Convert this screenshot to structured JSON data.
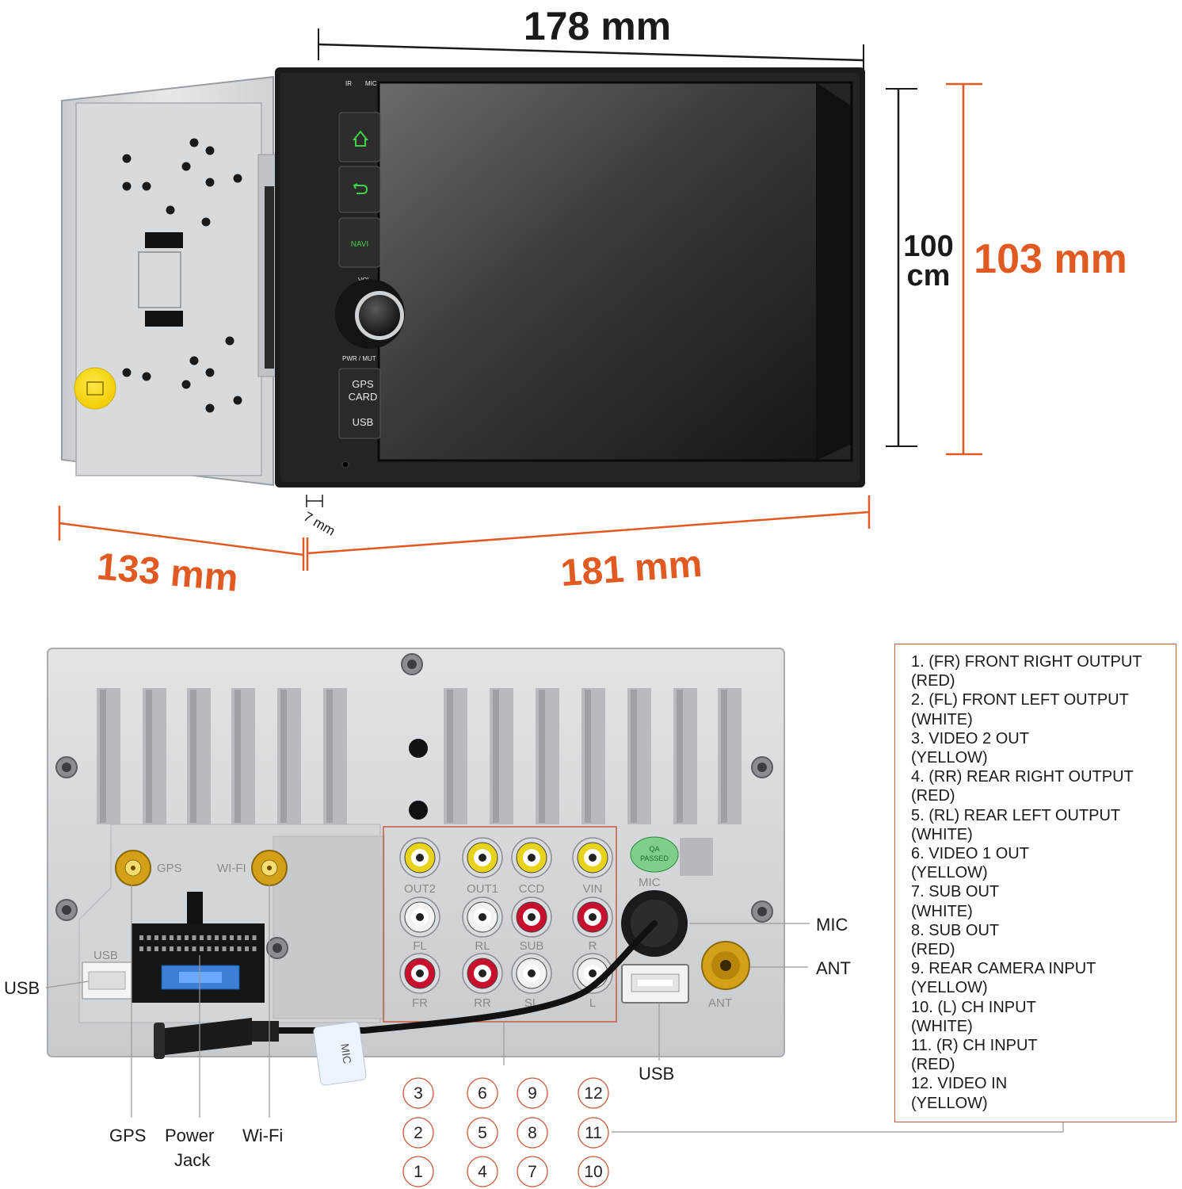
{
  "dimensions": {
    "front_width": "178 mm",
    "screen_height": "100",
    "screen_height_unit": "cm",
    "total_height": "103 mm",
    "depth": "133 mm",
    "bezel_width": "181 mm",
    "bezel_thickness": "7 mm"
  },
  "device_front": {
    "ir_label": "IR",
    "mic_label": "MIC",
    "navi_label": "NAVI",
    "vol_label": "VOL",
    "pwr_label": "PWR / MUT",
    "slot_gps": "GPS",
    "slot_card": "CARD",
    "slot_usb": "USB"
  },
  "rear_panel": {
    "gps_port": "GPS",
    "wifi_port": "WI-FI",
    "usb_port": "USB",
    "mic_port": "MIC",
    "ant_port": "ANT",
    "qa_badge_line1": "QA",
    "qa_badge_line2": "PASSED",
    "cable_tag": "MIC",
    "jack_labels": [
      "OUT2",
      "OUT1",
      "CCD",
      "VIN",
      "FL",
      "RL",
      "SUB",
      "R",
      "FR",
      "RR",
      "SL",
      "L"
    ]
  },
  "callouts": {
    "usb_left": "USB",
    "gps": "GPS",
    "power_line1": "Power",
    "power_line2": "Jack",
    "wifi": "Wi-Fi",
    "usb_bottom": "USB",
    "mic": "MIC",
    "ant": "ANT"
  },
  "jack_numbers": [
    [
      "3",
      "6",
      "9",
      "12"
    ],
    [
      "2",
      "5",
      "8",
      "11"
    ],
    [
      "1",
      "4",
      "7",
      "10"
    ]
  ],
  "legend": [
    "1. (FR) FRONT RIGHT OUTPUT",
    "(RED)",
    "2. (FL) FRONT LEFT OUTPUT",
    "(WHITE)",
    "3. VIDEO 2 OUT",
    "(YELLOW)",
    "4. (RR) REAR RIGHT OUTPUT",
    "(RED)",
    "5. (RL) REAR LEFT OUTPUT",
    "(WHITE)",
    "6. VIDEO 1 OUT",
    "(YELLOW)",
    "7. SUB OUT",
    "(WHITE)",
    "8. SUB OUT",
    "(RED)",
    "9. REAR CAMERA INPUT",
    "(YELLOW)",
    "10. (L) CH INPUT",
    "(WHITE)",
    "11. (R) CH INPUT",
    "(RED)",
    "12. VIDEO IN",
    "(YELLOW)"
  ],
  "colors": {
    "accent_orange": "#e05a22",
    "dim_black": "#1a1a1a",
    "button_green": "#3fd14a",
    "jack_yellow": "#e8d21a",
    "jack_red": "#c8102e",
    "jack_white": "#f2f2f2",
    "frame_red": "#c85a3c"
  }
}
